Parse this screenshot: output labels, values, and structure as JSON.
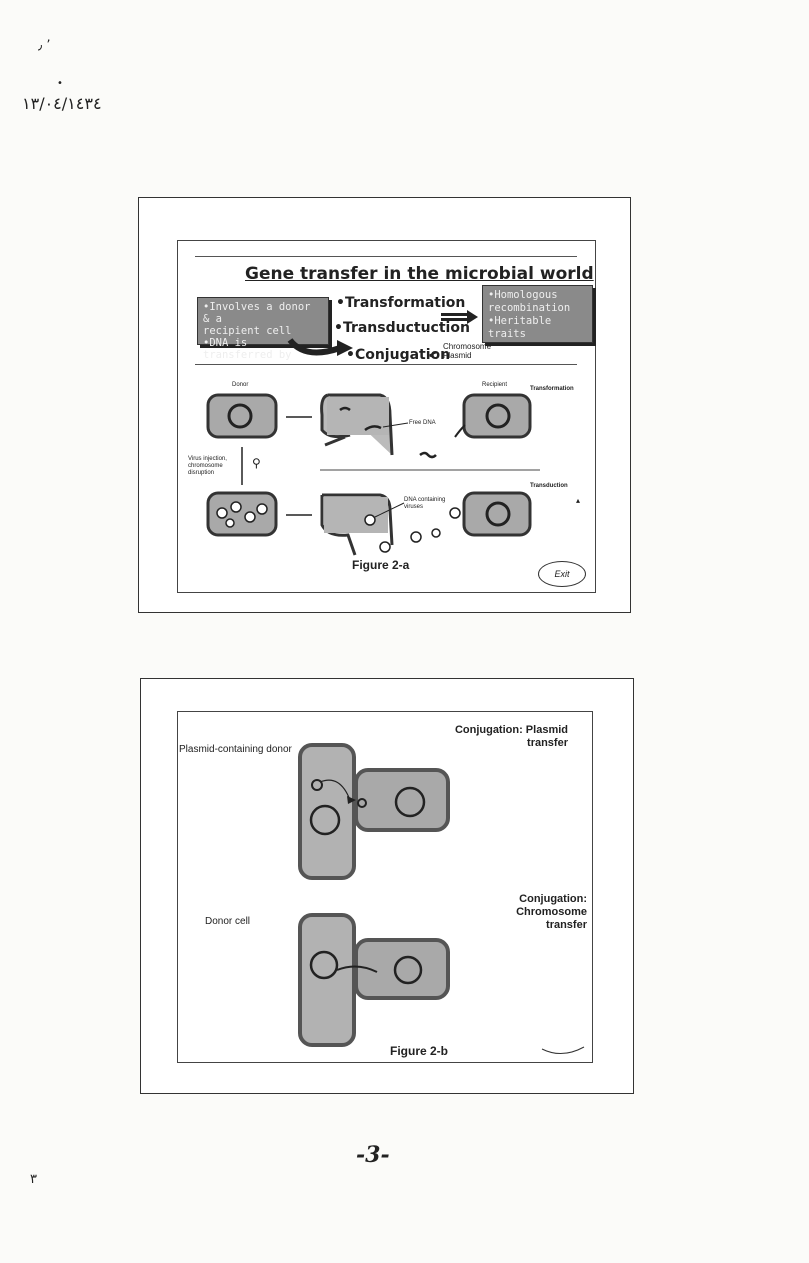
{
  "page": {
    "handwritten_date": "١٣/٠٤/١٤٣٤",
    "page_number_left": "٣",
    "handwritten_page_mark": "-3-"
  },
  "slide1": {
    "title": "Gene transfer in the microbial world",
    "note_box": [
      "•Involves a donor & a",
      " recipient cell",
      "•DNA is transferred by"
    ],
    "mechanisms": [
      "•Transformation",
      "•Transductuction",
      "•Conjugation"
    ],
    "conjugation_types": [
      "Chromosome",
      "Plasmid"
    ],
    "outcome_box": [
      "•Homologous",
      " recombination",
      "•Heritable traits"
    ],
    "diagram_labels": {
      "donor": "Donor",
      "recipient": "Recipient",
      "transformation": "Transformation",
      "free_dna": "Free DNA",
      "virus_injection": [
        "Virus injection,",
        "chromosome",
        "disruption"
      ],
      "transduction": "Transduction",
      "dna_viruses": [
        "DNA containing",
        "viruses"
      ]
    },
    "figure_caption": "Figure 2-a",
    "exit_label": "Exit"
  },
  "slide2": {
    "plasmid_label": [
      "Conjugation: Plasmid",
      "transfer"
    ],
    "chromosome_label": [
      "Conjugation: Chromosome",
      "transfer"
    ],
    "plasmid_donor": "Plasmid-containing donor",
    "donor_cell": "Donor cell",
    "figure_caption": "Figure 2-b"
  },
  "colors": {
    "cell_fill": "#a9a9a9",
    "cell_border": "#333333",
    "note_fill": "#8a8a8a"
  }
}
